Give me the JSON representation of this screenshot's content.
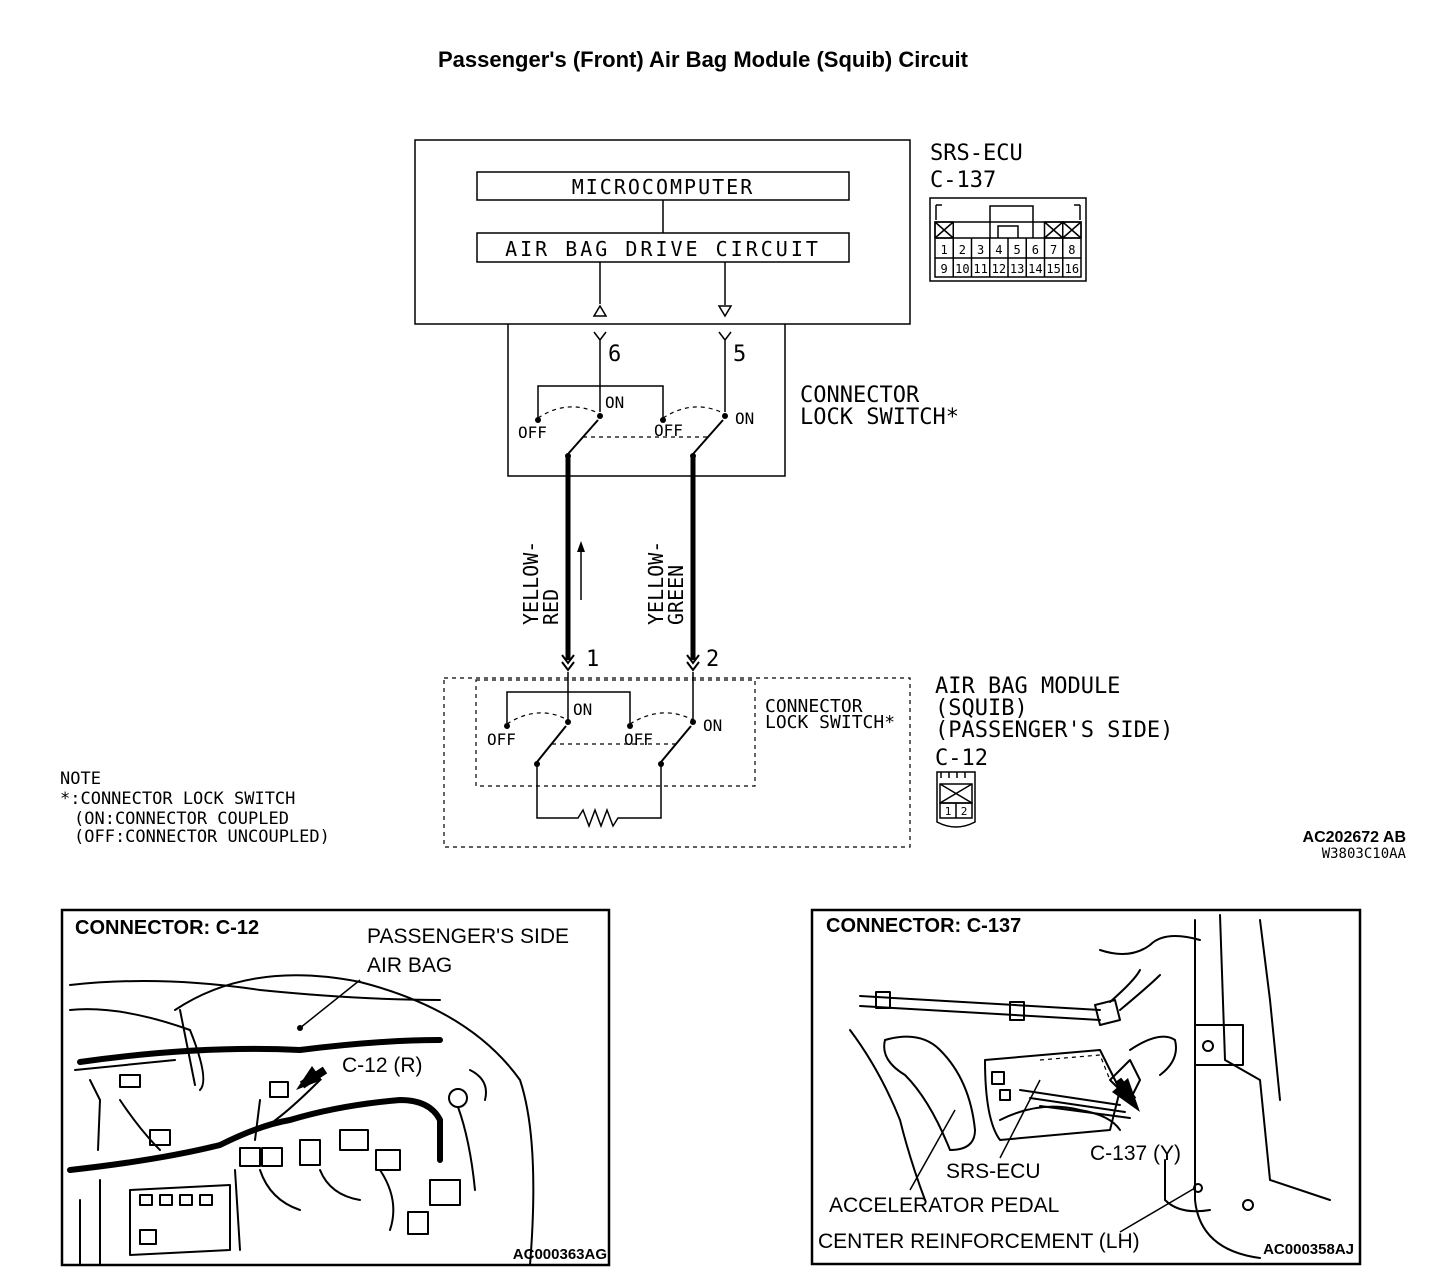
{
  "title": "Passenger's (Front) Air Bag Module (Squib) Circuit",
  "ecu": {
    "name": "SRS-ECU",
    "connector": "C-137",
    "microcomputer": "MICROCOMPUTER",
    "drive_circuit": "AIR BAG DRIVE CIRCUIT",
    "pins_top": [
      "1",
      "2",
      "3",
      "4",
      "5",
      "6",
      "7",
      "8"
    ],
    "pins_bottom": [
      "9",
      "10",
      "11",
      "12",
      "13",
      "14",
      "15",
      "16"
    ]
  },
  "switch_upper": {
    "label_line1": "CONNECTOR",
    "label_line2": "LOCK SWITCH*",
    "pin_left": "6",
    "pin_right": "5",
    "on": "ON",
    "off": "OFF"
  },
  "wires": {
    "left_line1": "YELLOW-",
    "left_line2": "RED",
    "right_line1": "YELLOW-",
    "right_line2": "GREEN",
    "pin_left": "1",
    "pin_right": "2"
  },
  "module": {
    "line1": "AIR BAG MODULE",
    "line2": "(SQUIB)",
    "line3": "(PASSENGER'S SIDE)",
    "connector": "C-12",
    "switch_line1": "CONNECTOR",
    "switch_line2": "LOCK SWITCH*",
    "pins": [
      "1",
      "2"
    ]
  },
  "note": {
    "line1": "NOTE",
    "line2": "*:CONNECTOR LOCK SWITCH",
    "line3": "(ON:CONNECTOR COUPLED",
    "line4": "(OFF:CONNECTOR UNCOUPLED)"
  },
  "codes": {
    "main": "AC202672 AB",
    "sub": "W3803C10AA"
  },
  "panel_left": {
    "heading": "CONNECTOR: C-12",
    "label1": "PASSENGER'S SIDE",
    "label2": "AIR BAG",
    "callout": "C-12 (R)",
    "code": "AC000363AG"
  },
  "panel_right": {
    "heading": "CONNECTOR: C-137",
    "callout": "C-137 (Y)",
    "label_ecu": "SRS-ECU",
    "label_pedal": "ACCELERATOR PEDAL",
    "label_reinf": "CENTER REINFORCEMENT (LH)",
    "code": "AC000358AJ"
  }
}
